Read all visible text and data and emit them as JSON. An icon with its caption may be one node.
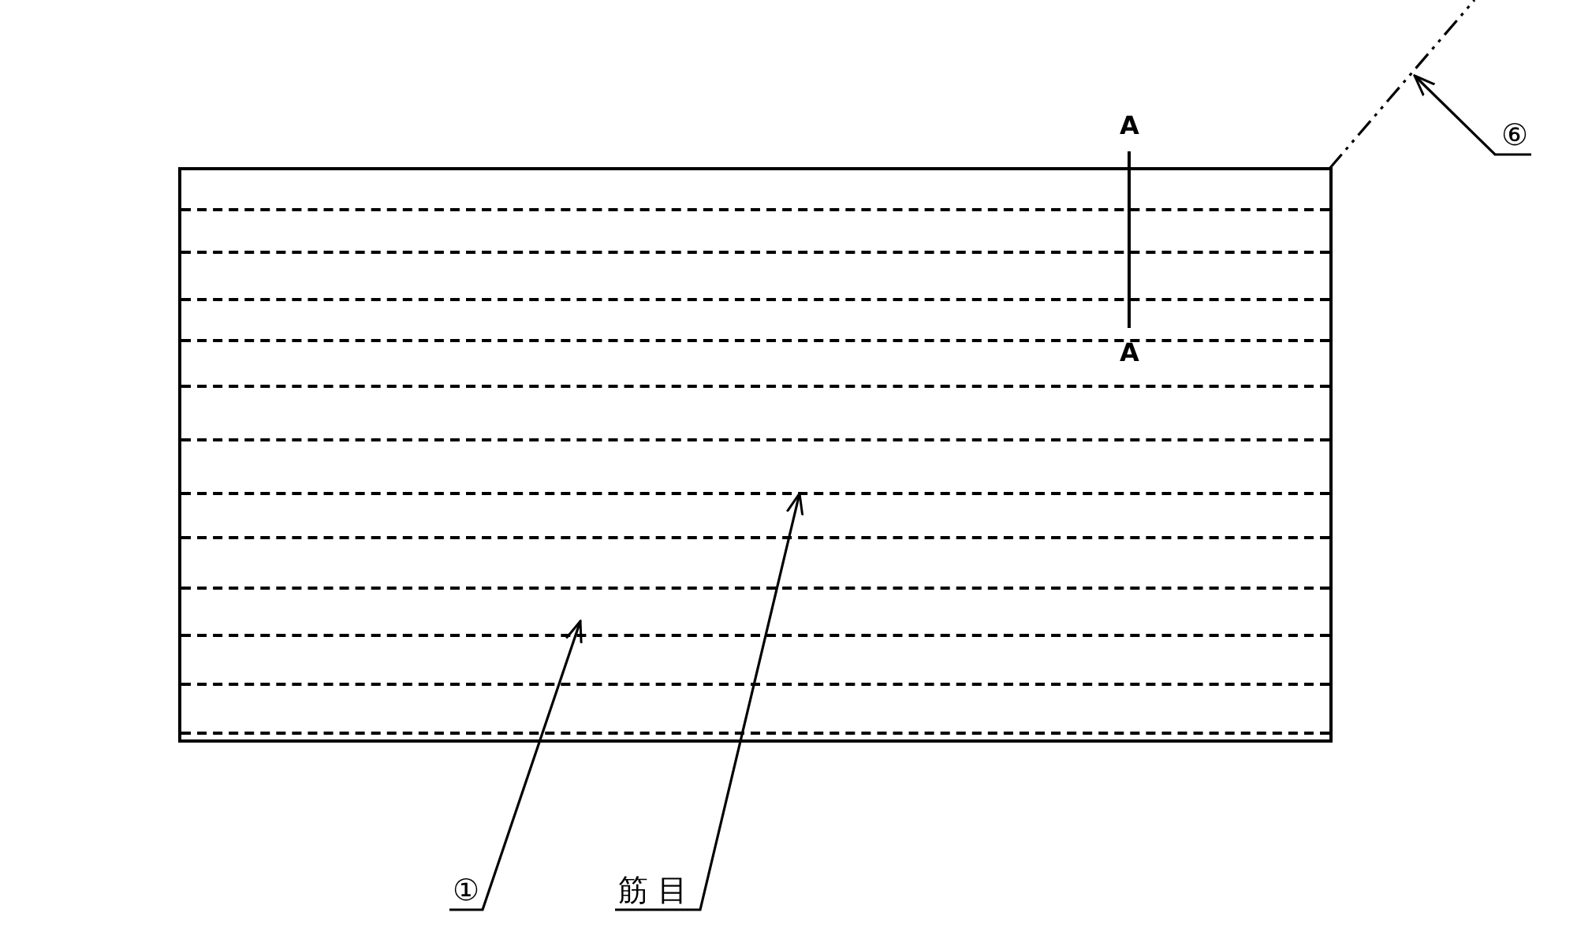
{
  "diagram": {
    "nodes": [
      {
        "text": [],
        "shape": "box"
      },
      {
        "text": [
          "①"
        ]
      },
      {
        "text": [
          "筋目"
        ]
      },
      {
        "text": [],
        "shape": "line",
        "in": 0
      },
      {
        "text": [
          "⑥"
        ]
      },
      {
        "text": [],
        "shape": "line"
      }
    ],
    "edges": [
      {
        "from": 1,
        "to": 0,
        "arrow": "to"
      },
      {
        "from": 2,
        "to": 3,
        "arrow": "to"
      },
      {
        "from": 4,
        "to": 5,
        "arrow": "to"
      }
    ],
    "labels": [
      "A",
      "A"
    ]
  }
}
